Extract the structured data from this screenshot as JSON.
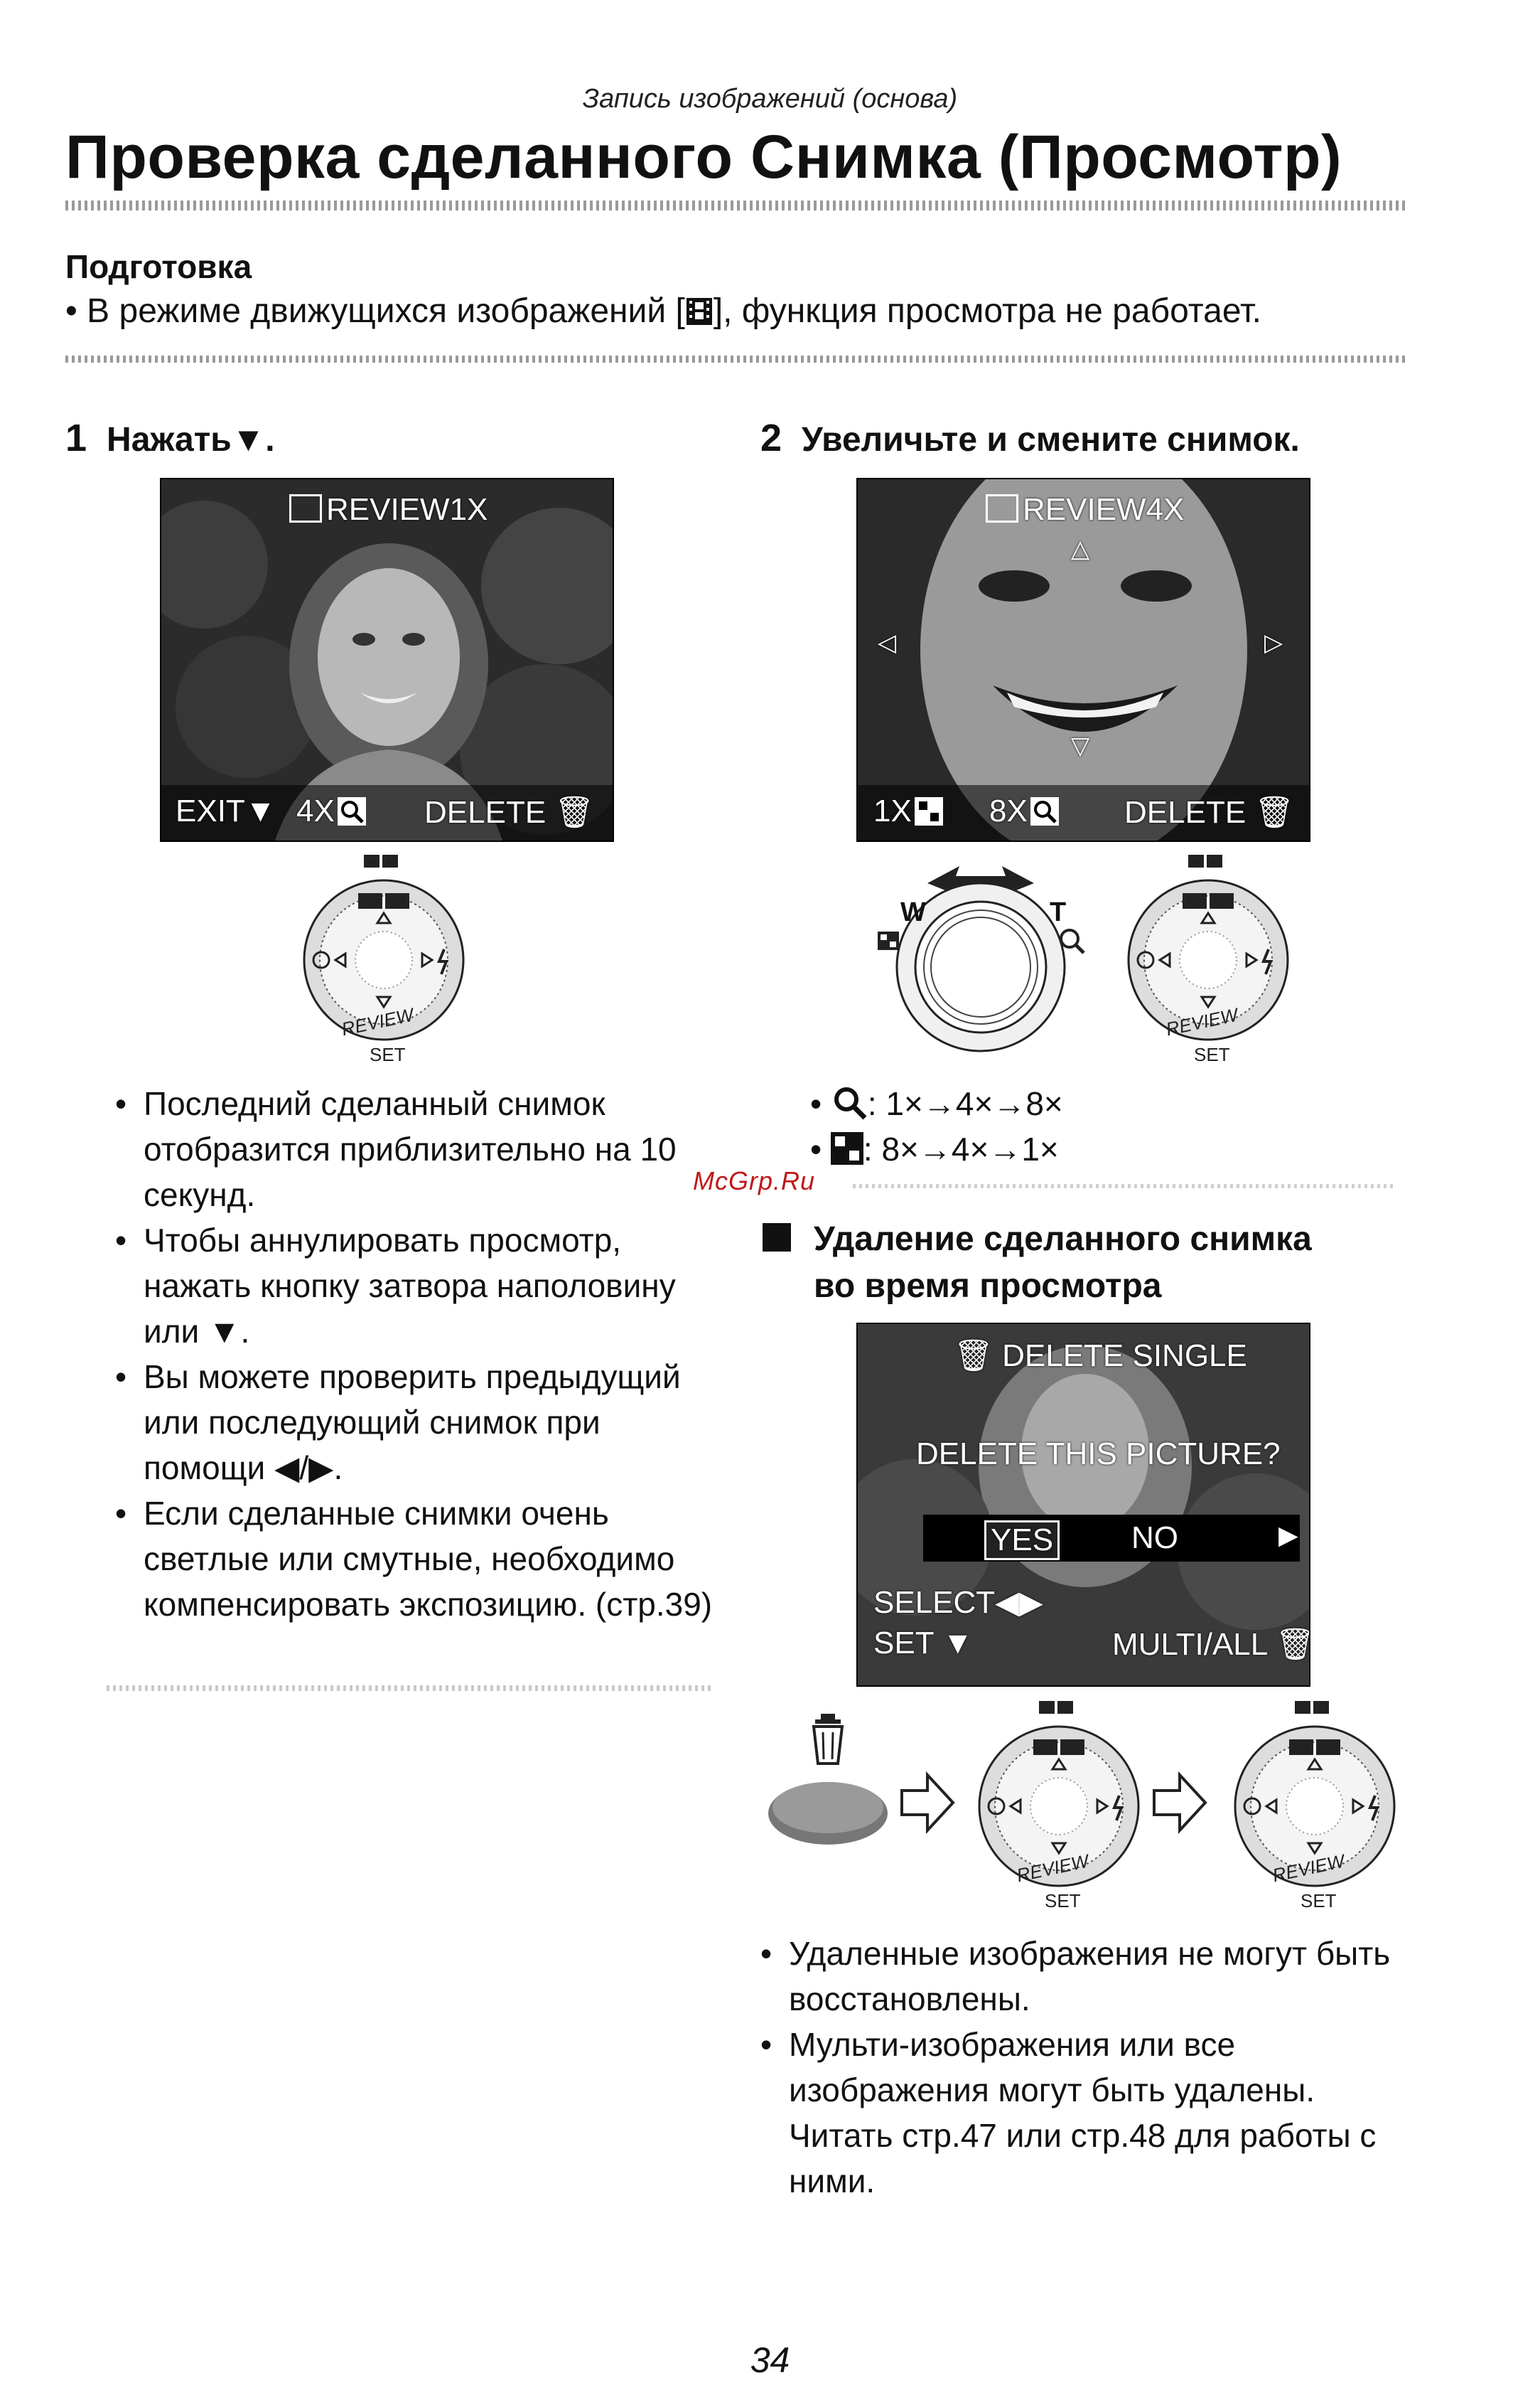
{
  "header": {
    "section": "Запись изображений (основа)",
    "title": "Проверка сделанного Снимка (Просмотр)"
  },
  "preparation": {
    "heading": "Подготовка",
    "text": "• В режиме движущихся изображений [",
    "text_end": "], функция просмотра не работает."
  },
  "step1": {
    "number": "1",
    "text": "Нажать▼.",
    "screen": {
      "top_label": "REVIEW1X",
      "bottom_left": "EXIT▼",
      "bottom_mid": "4X",
      "bottom_right": "DELETE"
    },
    "dial_label": "SET",
    "dial_ring": "REVIEW",
    "bullets": [
      "Последний сделанный снимок отобразится приблизительно на 10 секунд.",
      "Чтобы аннулировать просмотр, нажать кнопку затвора наполовину или ▼.",
      "Вы можете проверить предыдущий или последующий снимок при помощи ◀/▶.",
      "Если сделанные снимки очень светлые или смутные, необходимо компенсировать экспозицию. (стр.39)"
    ]
  },
  "step2": {
    "number": "2",
    "text": "Увеличьте и смените снимок.",
    "screen": {
      "top_label": "REVIEW4X",
      "bottom_left": "1X",
      "bottom_mid": "8X",
      "bottom_right": "DELETE"
    },
    "lever_w": "W",
    "lever_t": "T",
    "dial_label": "SET",
    "dial_ring": "REVIEW",
    "zoom_in_sequence": ":  1×→4×→8×",
    "zoom_out_sequence": ":  8×→4×→1×"
  },
  "watermark": "McGrp.Ru",
  "delete_section": {
    "heading_line1": "Удаление сделанного снимка",
    "heading_line2": "во время просмотра",
    "screen": {
      "top_label": "DELETE SINGLE",
      "question": "DELETE THIS PICTURE?",
      "yes": "YES",
      "no": "NO",
      "select": "SELECT",
      "set": "SET",
      "multi": "MULTI/ALL"
    },
    "dial_label": "SET",
    "dial_ring": "REVIEW",
    "bullets": [
      "Удаленные изображения не могут быть восстановлены.",
      "Мульти-изображения или все изображения могут быть удалены. Читать стр.47 или стр.48 для работы с ними."
    ]
  },
  "page_number": "34"
}
